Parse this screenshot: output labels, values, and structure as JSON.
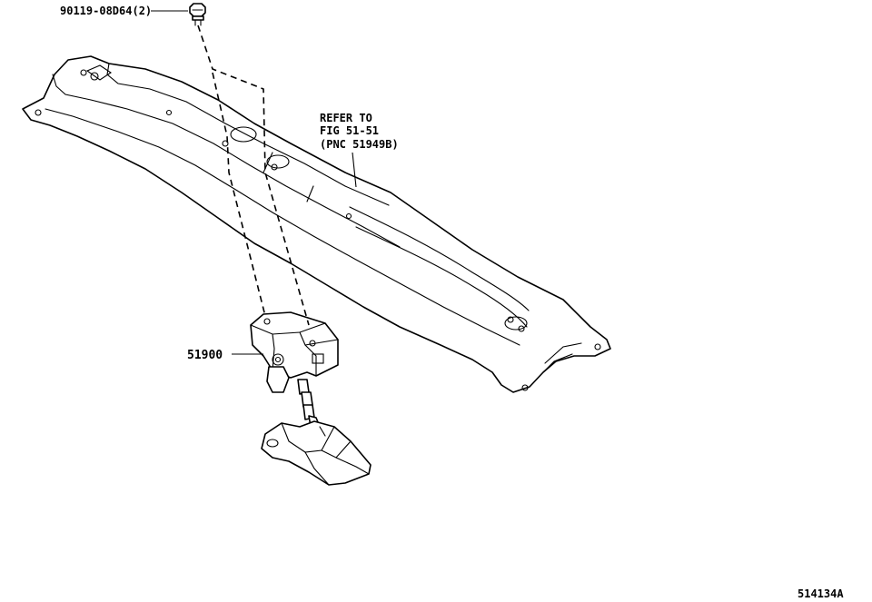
{
  "labels": {
    "bolt": "90119-08D64(2)",
    "refer_line1": "REFER TO",
    "refer_line2": "FIG 51-51",
    "refer_line3": "(PNC 51949B)",
    "carrier": "51900",
    "figure_id": "514134A"
  }
}
